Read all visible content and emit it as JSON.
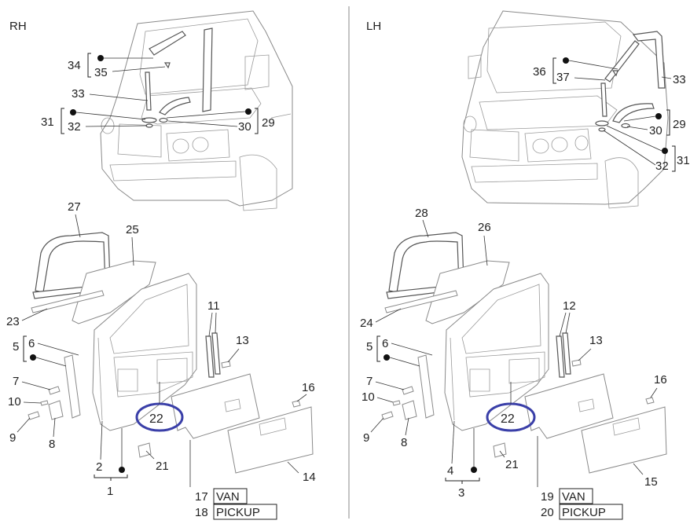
{
  "panels": [
    {
      "side": "RH",
      "callouts": {
        "n34": "34",
        "n35": "35",
        "n33": "33",
        "n31": "31",
        "n32": "32",
        "n30": "30",
        "n29": "29",
        "n27": "27",
        "n25": "25",
        "n23": "23",
        "n5": "5",
        "n6": "6",
        "n7": "7",
        "n10": "10",
        "n9": "9",
        "n8": "8",
        "n11": "11",
        "n13": "13",
        "n16": "16",
        "n22": "22",
        "n21": "21",
        "n2": "2",
        "n1": "1",
        "n14": "14"
      },
      "variants": [
        {
          "code": "17",
          "name": "VAN"
        },
        {
          "code": "18",
          "name": "PICKUP"
        }
      ]
    },
    {
      "side": "LH",
      "callouts": {
        "n36": "36",
        "n37": "37",
        "n33": "33",
        "n29": "29",
        "n30": "30",
        "n32": "32",
        "n31": "31",
        "n28": "28",
        "n26": "26",
        "n24": "24",
        "n5": "5",
        "n6": "6",
        "n7": "7",
        "n10": "10",
        "n9": "9",
        "n8": "8",
        "n12": "12",
        "n13": "13",
        "n16": "16",
        "n22": "22",
        "n21": "21",
        "n4": "4",
        "n3": "3",
        "n15": "15"
      },
      "variants": [
        {
          "code": "19",
          "name": "VAN"
        },
        {
          "code": "20",
          "name": "PICKUP"
        }
      ]
    }
  ],
  "highlighted_part": "22",
  "colors": {
    "highlight": "#3a3fa8",
    "line_art": "#8a8a8a",
    "text": "#222222"
  }
}
